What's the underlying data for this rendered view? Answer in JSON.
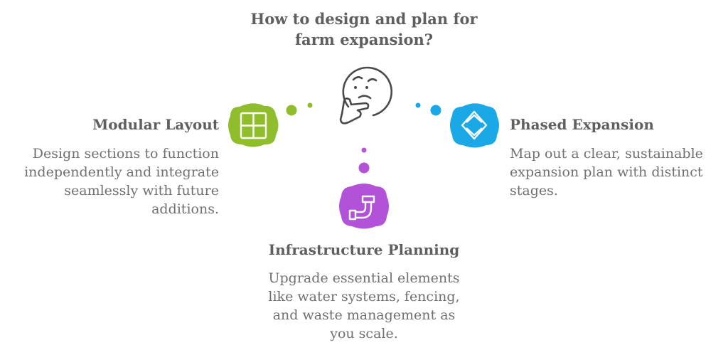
{
  "title": {
    "line1": "How to design and plan for",
    "line2": "farm expansion?"
  },
  "left": {
    "heading": "Modular Layout",
    "desc": [
      "Design sections to function",
      "independently and integrate",
      "seamlessly with future",
      "additions."
    ],
    "icon": "grid-window-icon",
    "color": "#8fbd2c"
  },
  "right": {
    "heading": "Phased Expansion",
    "desc": [
      "Map out a clear, sustainable",
      "expansion plan with distinct",
      "stages."
    ],
    "icon": "chevrons-up-down-icon",
    "color": "#1aa8e6"
  },
  "bottom": {
    "heading": "Infrastructure Planning",
    "desc": [
      "Upgrade essential elements",
      "like water systems, fencing,",
      "and waste management as",
      "you scale."
    ],
    "icon": "pipe-icon",
    "color": "#b152d9"
  },
  "center": {
    "icon": "thinking-face-icon",
    "color": "#4a4a4a"
  }
}
